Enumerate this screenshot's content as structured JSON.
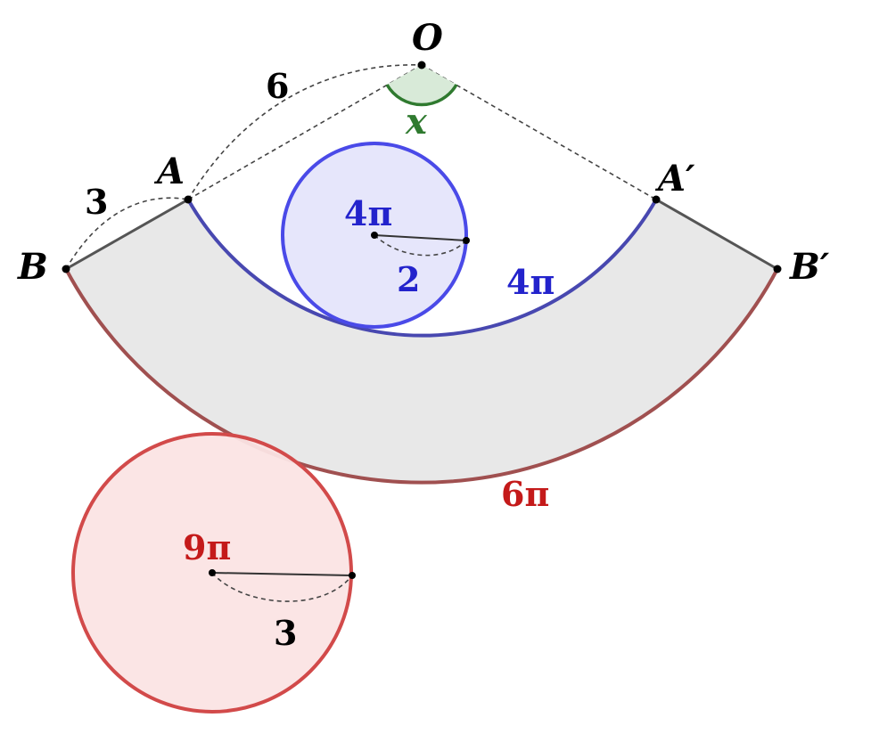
{
  "points": {
    "O": "O",
    "A": "A",
    "A_prime": "A′",
    "B": "B",
    "B_prime": "B′"
  },
  "lengths": {
    "OA": "6",
    "AB": "3"
  },
  "angle": {
    "label": "x"
  },
  "arcs": {
    "inner_length": "4π",
    "outer_length": "6π"
  },
  "small_circle": {
    "area": "4π",
    "radius": "2"
  },
  "large_circle": {
    "area": "9π",
    "radius": "3"
  },
  "colors": {
    "blue": "#4a4ae8",
    "blue_fill": "#e4e4fb",
    "red": "#d24a4a",
    "red_fill": "#fbe4e4",
    "green": "#2f7a2f",
    "green_fill": "#d8ead8",
    "ring_fill": "#e8e8e8",
    "text_blue": "#2323cc",
    "text_red": "#c41a1a"
  }
}
